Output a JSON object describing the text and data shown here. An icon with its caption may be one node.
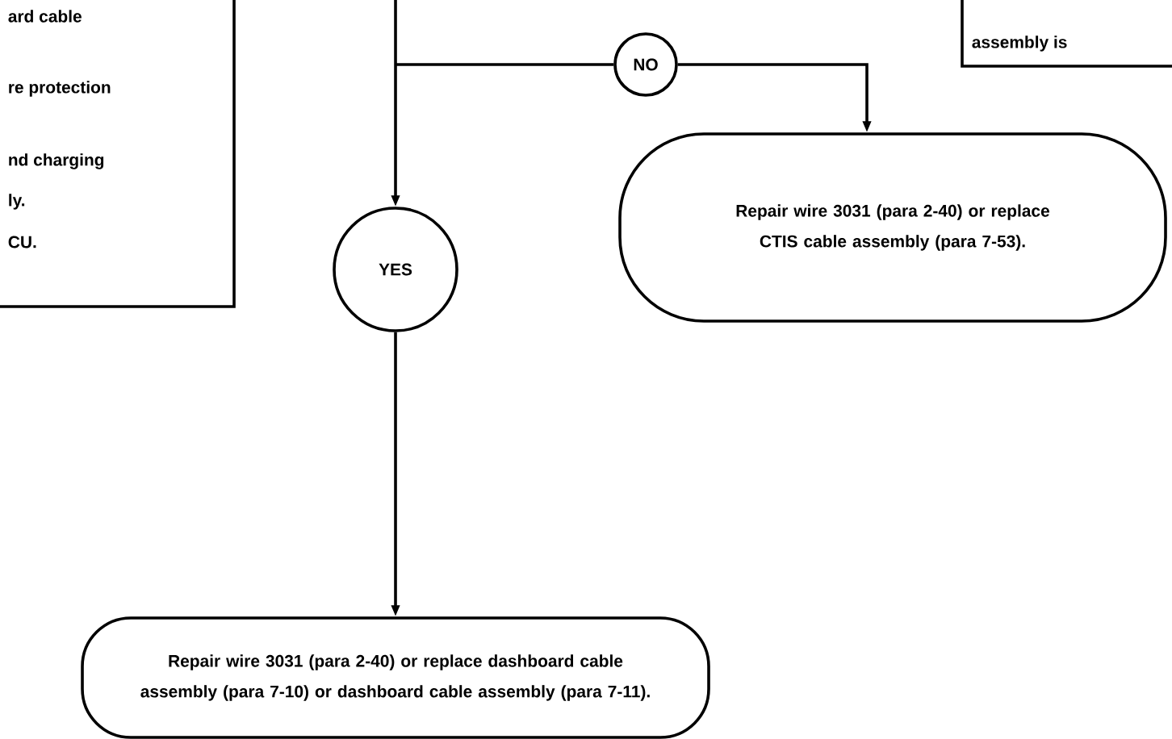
{
  "diagram": {
    "nodes": [
      {
        "text": [
          "ard cable",
          "re protection",
          "nd charging",
          "ly.",
          "CU."
        ]
      },
      {
        "text": [
          "assembly is"
        ]
      },
      {
        "text": [
          "NO"
        ]
      },
      {
        "text": [
          "YES"
        ]
      },
      {
        "text": [
          "Repair wire 3031 (para 2-40) or replace CTIS cable assembly (para 7-53)."
        ]
      },
      {
        "text": [
          "Repair wire 3031 (para 2-40) or replace dashboard cable assembly (para 7-10) or dashboard cable assembly (para 7-11)."
        ]
      }
    ],
    "edges": [
      {
        "from": null,
        "to": 3,
        "arrow": "to"
      },
      {
        "from": null,
        "to": 2,
        "arrow": "none"
      },
      {
        "from": 2,
        "to": 4,
        "arrow": "to"
      },
      {
        "from": 3,
        "to": 5,
        "arrow": "to"
      }
    ]
  }
}
